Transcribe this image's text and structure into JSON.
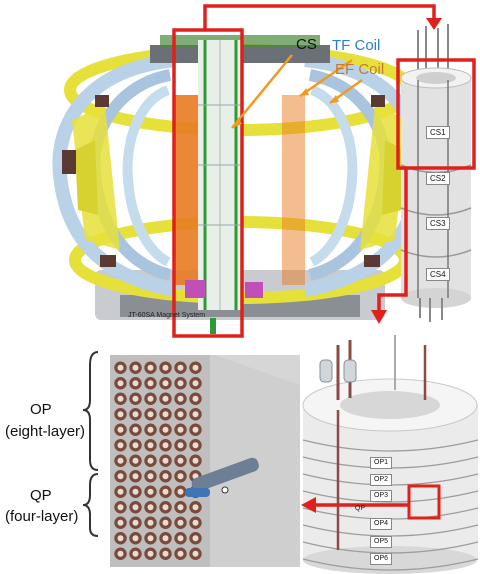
{
  "labels": {
    "cs": "CS",
    "tf_coil": "TF Coil",
    "ef_coil": "EF Coil",
    "magnet_system": "JT-60SA Magnet System",
    "op": "OP",
    "op_sub": "(eight-layer)",
    "qp": "QP",
    "qp_sub": "(four-layer)",
    "qp_tag": "QP"
  },
  "modules": [
    "CS1",
    "CS2",
    "CS3",
    "CS4"
  ],
  "pancakes": [
    "OP1",
    "OP2",
    "OP3",
    "OP4",
    "OP5",
    "OP6"
  ],
  "colors": {
    "highlight": "#e0201b",
    "tf_label": "#2a7fc6",
    "ef_label": "#c47a2c",
    "tf_coil": "#b9d2e8",
    "ef_coil": "#e6e03a",
    "cs_column": "#e8efe8",
    "conductor": "#7a4a3a"
  }
}
